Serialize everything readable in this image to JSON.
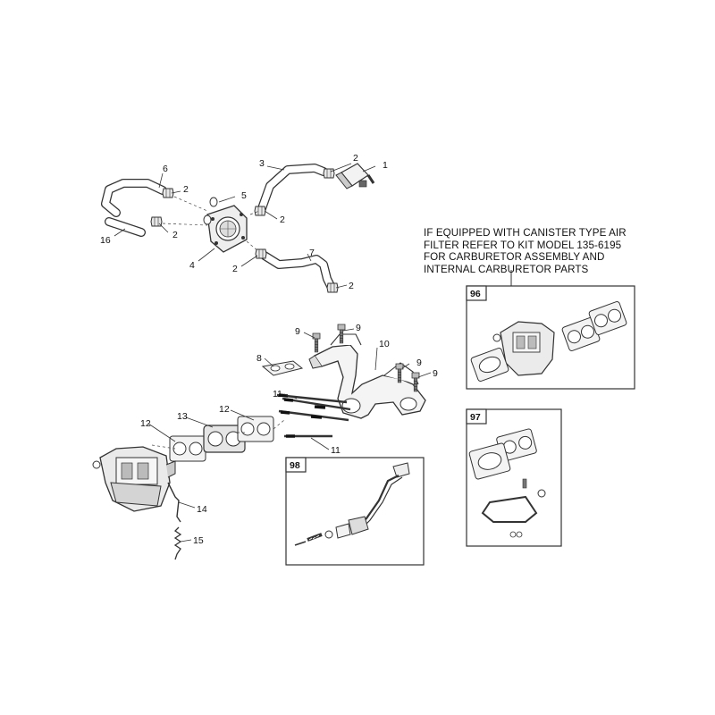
{
  "note": {
    "lines": [
      "IF EQUIPPED WITH CANISTER TYPE AIR",
      "FILTER REFER TO KIT MODEL 135-6195",
      "FOR CARBURETOR ASSEMBLY AND",
      "INTERNAL CARBURETOR PARTS"
    ]
  },
  "callouts": {
    "c1": "1",
    "c2a": "2",
    "c3": "3",
    "c6": "6",
    "c2b": "2",
    "c5": "5",
    "c2c": "2",
    "c16": "16",
    "c2d": "2",
    "c4": "4",
    "c2e": "2",
    "c7": "7",
    "c2f": "2",
    "c9a": "9",
    "c9b": "9",
    "c8": "8",
    "c10": "10",
    "c9c": "9",
    "c9d": "9",
    "c11a": "11",
    "c12a": "12",
    "c13": "13",
    "c12b": "12",
    "c11b": "11",
    "c14": "14",
    "c15": "15"
  },
  "boxes": {
    "kit96": "96",
    "kit97": "97",
    "kit98": "98"
  }
}
